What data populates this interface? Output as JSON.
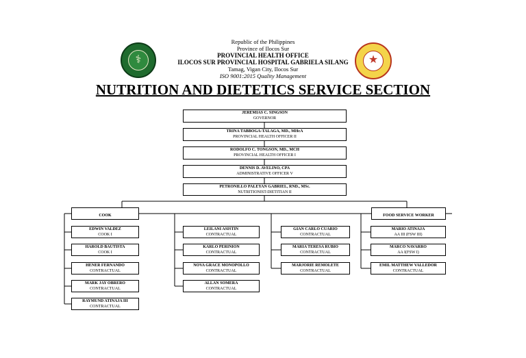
{
  "header": {
    "line1": "Republic of the Philippines",
    "line2": "Province of Ilocos Sur",
    "line3": "PROVINCIAL HEALTH OFFICE",
    "line4": "ILOCOS SUR PROVINCIAL HOSPITAL GABRIELA SILANG",
    "line5": "Tamag, Vigan City, Ilocos Sur",
    "line6": "ISO 9001:2015 Quality Management",
    "logo_left_icon": "hospital-seal-icon",
    "logo_right_icon": "province-seal-icon"
  },
  "title": "NUTRITION AND DIETETICS SERVICE SECTION",
  "chain": [
    {
      "name": "JEREMIAS C. SINGSON",
      "position": "GOVERNOR"
    },
    {
      "name": "TRINA TABBOGA-TALAGA, MD., MHcA",
      "position": "PROVINCIAL HEALTH OFFICER II"
    },
    {
      "name": "RODOLFO C. TONGSON, MD., MCH",
      "position": "PROVINCIAL HEALTH OFFICER I"
    },
    {
      "name": "DENNIS D. AVELINO, CPA",
      "position": "ADMINISTRATIVE OFFICER V"
    },
    {
      "name": "PETRONILLO PALEYAN GABRIEL, RND., MSc.",
      "position": "NUTRITIONIST-DIETITIAN II"
    }
  ],
  "cook": {
    "label": "COOK",
    "members": [
      {
        "name": "EDWIN VALDEZ",
        "position": "COOK I"
      },
      {
        "name": "HAROLD BAUTISTA",
        "position": "COOK I"
      },
      {
        "name": "HENER FERNANDO",
        "position": "CONTRACTUAL"
      },
      {
        "name": "MARK JAY OBRERO",
        "position": "CONTRACTUAL"
      },
      {
        "name": "RAYMUND ATINAJA III",
        "position": "CONTRACTUAL"
      }
    ]
  },
  "contractual_a": [
    {
      "name": "LEILANI ASISTIN",
      "position": "CONTRACTUAL"
    },
    {
      "name": "KARLO PERINION",
      "position": "CONTRACTUAL"
    },
    {
      "name": "NOVA GRACE MONOPOLLO",
      "position": "CONTRACTUAL"
    },
    {
      "name": "ALLAN SOMERA",
      "position": "CONTRACTUAL"
    }
  ],
  "contractual_b": [
    {
      "name": "GIAN CARLO CUARIO",
      "position": "CONTRACTUAL"
    },
    {
      "name": "MARIA TERESA RUBIO",
      "position": "CONTRACTUAL"
    },
    {
      "name": "MARJORIE REMOLETE",
      "position": "CONTRACTUAL"
    }
  ],
  "food_service": {
    "label": "FOOD SERVICE WORKER",
    "members": [
      {
        "name": "MARIO ATINAJA",
        "position": "AA III (FSW III)"
      },
      {
        "name": "MARCO NAVARRO",
        "position": "AA I(FSW I)"
      },
      {
        "name": "EMIL MATTHEW VALLEDOR",
        "position": "CONTRACTUAL"
      }
    ]
  }
}
